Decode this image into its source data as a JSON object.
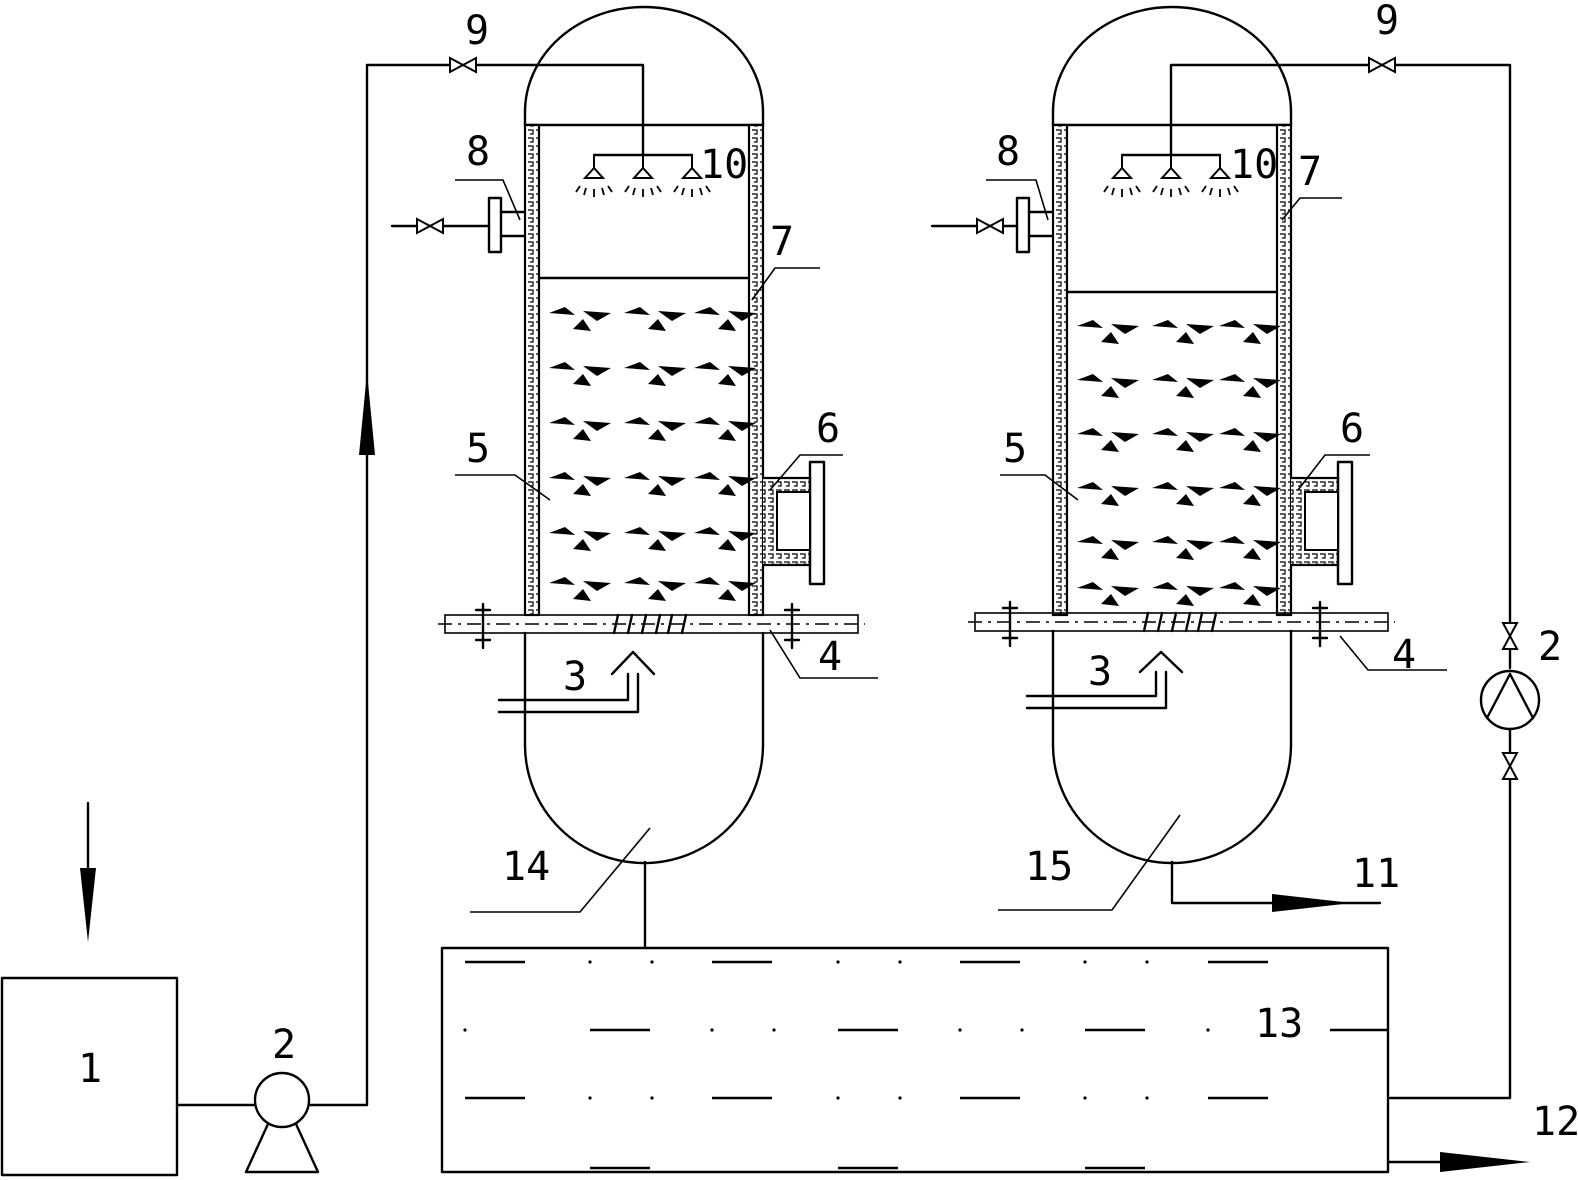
{
  "labels": {
    "feed_tank": "1",
    "pump_left": "2",
    "pump_right": "2",
    "gas_inlet_left": "3",
    "gas_inlet_right": "3",
    "support_plate_left": "4",
    "support_plate_right": "4",
    "packing_left": "5",
    "packing_right": "5",
    "side_port_left": "6",
    "side_port_right": "6",
    "insulation_left": "7",
    "insulation_right": "7",
    "top_port_left": "8",
    "top_port_right": "8",
    "valve_left": "9",
    "valve_right": "9",
    "spray_left": "10",
    "spray_right": "10",
    "outlet_mid": "11",
    "outlet_bottom": "12",
    "collection_tank": "13",
    "bottom_head_left": "14",
    "bottom_head_right": "15"
  },
  "colors": {
    "line": "#000000",
    "background": "#ffffff"
  }
}
